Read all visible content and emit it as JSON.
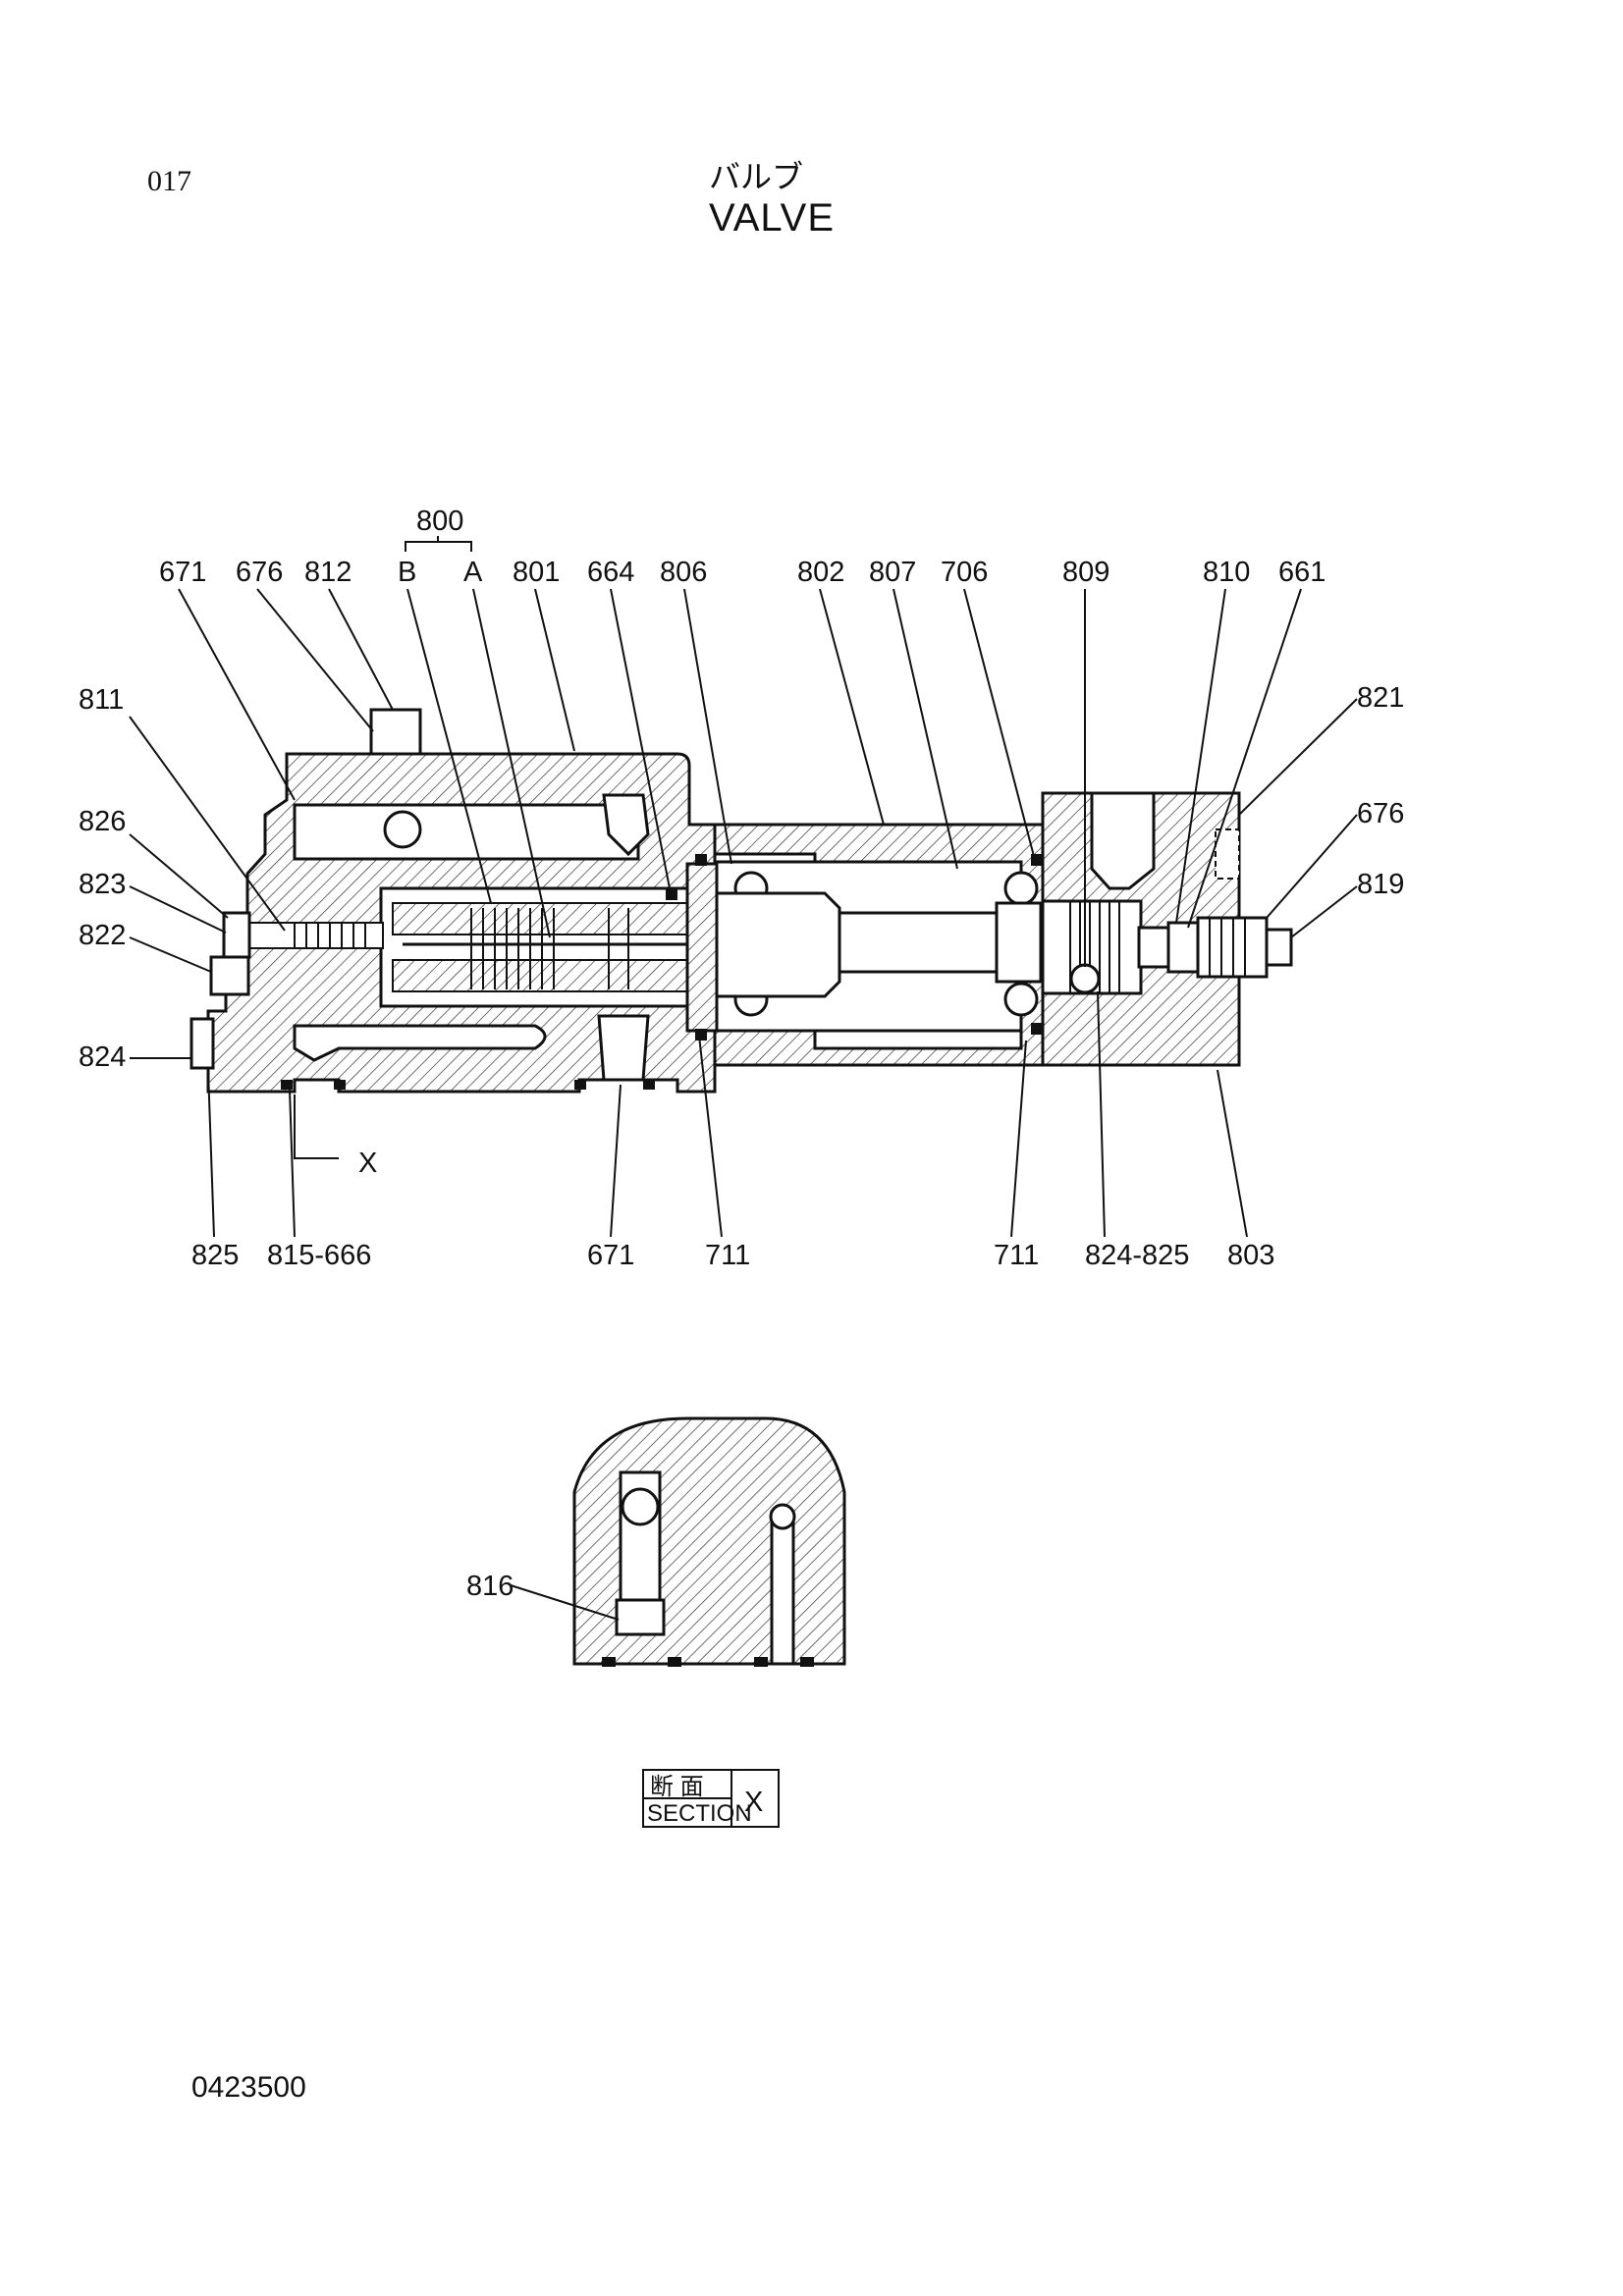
{
  "header": {
    "page_number": "017",
    "title_jp": "バルブ",
    "title_en": "VALVE"
  },
  "diagram": {
    "group_label": "800",
    "group_sub_labels": [
      "B",
      "A"
    ],
    "top_callouts": [
      "671",
      "676",
      "812",
      "801",
      "664",
      "806",
      "802",
      "807",
      "706",
      "809",
      "810",
      "661"
    ],
    "left_callouts": [
      "811",
      "826",
      "823",
      "822",
      "824"
    ],
    "right_callouts": [
      "821",
      "676",
      "819"
    ],
    "bottom_callouts": [
      "825",
      "815-666",
      "671",
      "711",
      "711",
      "824-825",
      "803"
    ],
    "section_marker": "X",
    "section_view_callout": "816",
    "section_caption_jp": "断 面",
    "section_caption_en": "SECTION",
    "section_caption_letter": "X"
  },
  "footer": {
    "document_code": "0423500"
  }
}
